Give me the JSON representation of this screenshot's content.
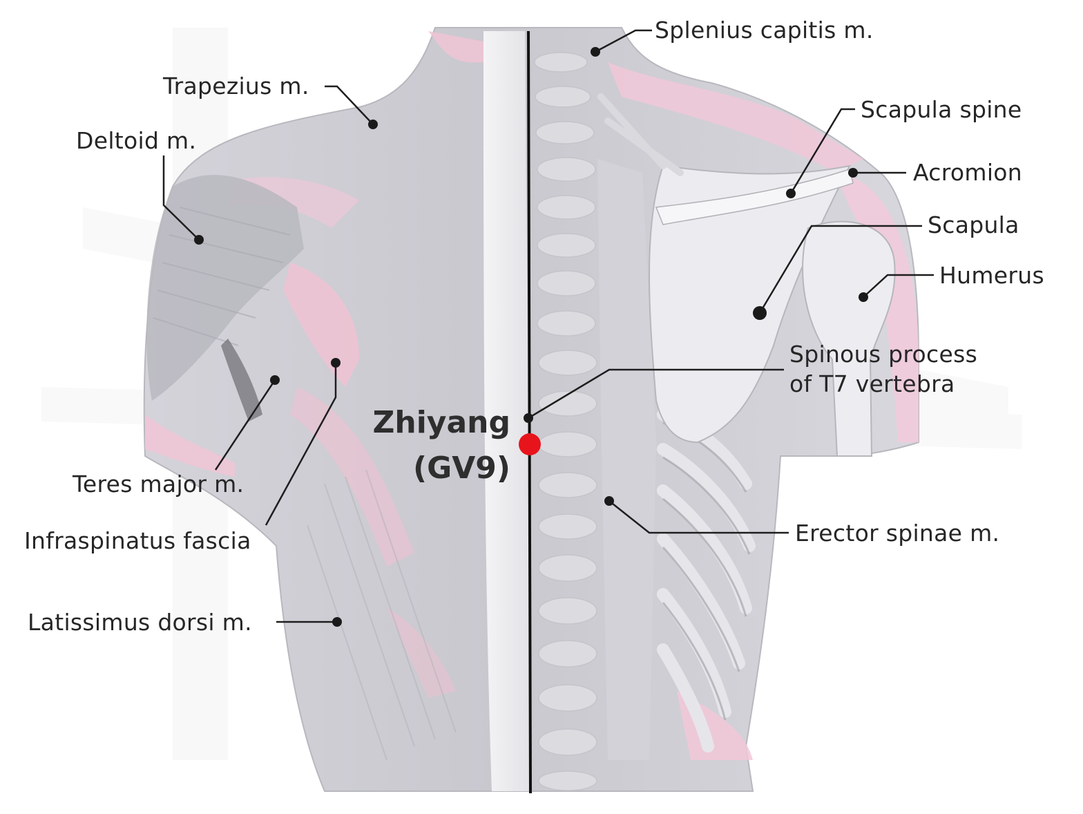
{
  "labels": {
    "splenius_capitis": "Splenius capitis m.",
    "trapezius": "Trapezius m.",
    "deltoid": "Deltoid m.",
    "scapula_spine": "Scapula spine",
    "acromion": "Acromion",
    "scapula": "Scapula",
    "humerus": "Humerus",
    "spinous_process": "Spinous process\nof T7 vertebra",
    "teres_major": "Teres major m.",
    "infraspinatus_fascia": "Infraspinatus fascia",
    "erector_spinae": "Erector spinae m.",
    "latissimus_dorsi": "Latissimus dorsi m."
  },
  "acupoint": {
    "name": "Zhiyang",
    "code": "(GV9)",
    "marker_color": "#e8141c"
  },
  "colors": {
    "body_gray": "#cfcfd4",
    "tissue_pink": "#f2c6d6",
    "bone_white": "#ececf0",
    "leader_line": "#1e1e1e"
  }
}
